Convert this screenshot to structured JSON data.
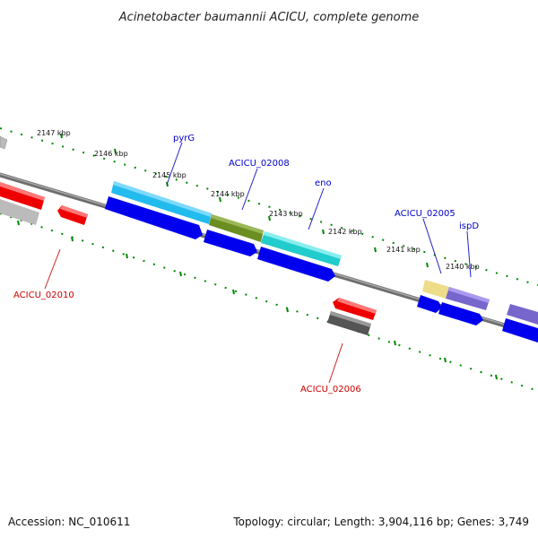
{
  "title": "Acinetobacter baumannii ACICU, complete genome",
  "footer": {
    "accession": "Accession: NC_010611",
    "topology": "Topology: circular; Length: 3,904,116 bp; Genes: 3,749"
  },
  "ticks": [
    "2147 kbp",
    "2146 kbp",
    "2145 kbp",
    "2144 kbp",
    "2143 kbp",
    "2142 kbp",
    "2141 kbp",
    "2140 kbp"
  ],
  "labels": {
    "pyrG": "pyrG",
    "acicu_02008": "ACICU_02008",
    "eno": "eno",
    "acicu_02005": "ACICU_02005",
    "ispD": "ispD",
    "acicu_02010": "ACICU_02010",
    "acicu_02006": "ACICU_02006"
  },
  "colors": {
    "backbone": "#808080",
    "forward_label": "#0000cc",
    "reverse_label": "#cc0000",
    "cds_blue": "#0000ee",
    "red": "#ee0000",
    "cyan": "#22bbee",
    "olive": "#6b8e23",
    "teal": "#22cccc",
    "slate": "#7766cc",
    "khaki": "#eedd88",
    "grey": "#bbbbbb",
    "dark_grey": "#555555",
    "tick_green": "#008800"
  }
}
